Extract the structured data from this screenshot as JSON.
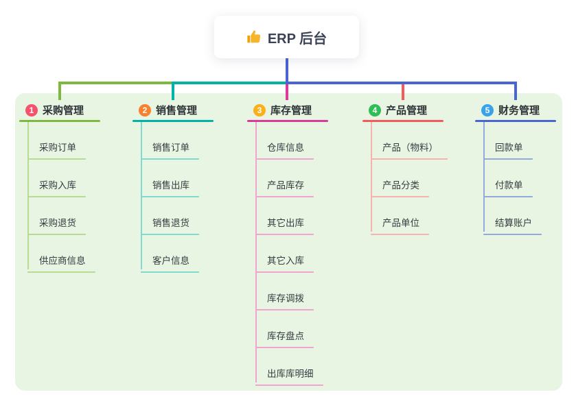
{
  "root": {
    "title": "ERP 后台",
    "icon": "thumbs-up-icon"
  },
  "theme": {
    "page_bg": "#ffffff",
    "panel_bg": "#e8f5e2",
    "root_text_color": "#3d4357",
    "node_text_color": "#363b41",
    "stem_color": "#4a63d5"
  },
  "branches": [
    {
      "index": "1",
      "label": "采购管理",
      "badge_color": "#f6526b",
      "line_color": "#7cb93e",
      "light_color": "#b7db90",
      "children": [
        "采购订单",
        "采购入库",
        "采购退货",
        "供应商信息"
      ]
    },
    {
      "index": "2",
      "label": "销售管理",
      "badge_color": "#f8802e",
      "line_color": "#00b3a6",
      "light_color": "#82d7cf",
      "children": [
        "销售订单",
        "销售出库",
        "销售退货",
        "客户信息"
      ]
    },
    {
      "index": "3",
      "label": "库存管理",
      "badge_color": "#fbaf18",
      "line_color": "#db3a9b",
      "light_color": "#f2a3cf",
      "children": [
        "仓库信息",
        "产品库存",
        "其它出库",
        "其它入库",
        "库存调拨",
        "库存盘点",
        "出库库明细"
      ]
    },
    {
      "index": "4",
      "label": "产品管理",
      "badge_color": "#2ebd57",
      "line_color": "#f25b5c",
      "light_color": "#f8b1ae",
      "children": [
        "产品（物料）",
        "产品分类",
        "产品单位"
      ]
    },
    {
      "index": "5",
      "label": "财务管理",
      "badge_color": "#38a3ea",
      "line_color": "#4a63d5",
      "light_color": "#93a9dc",
      "children": [
        "回款单",
        "付款单",
        "结算账户"
      ]
    }
  ]
}
